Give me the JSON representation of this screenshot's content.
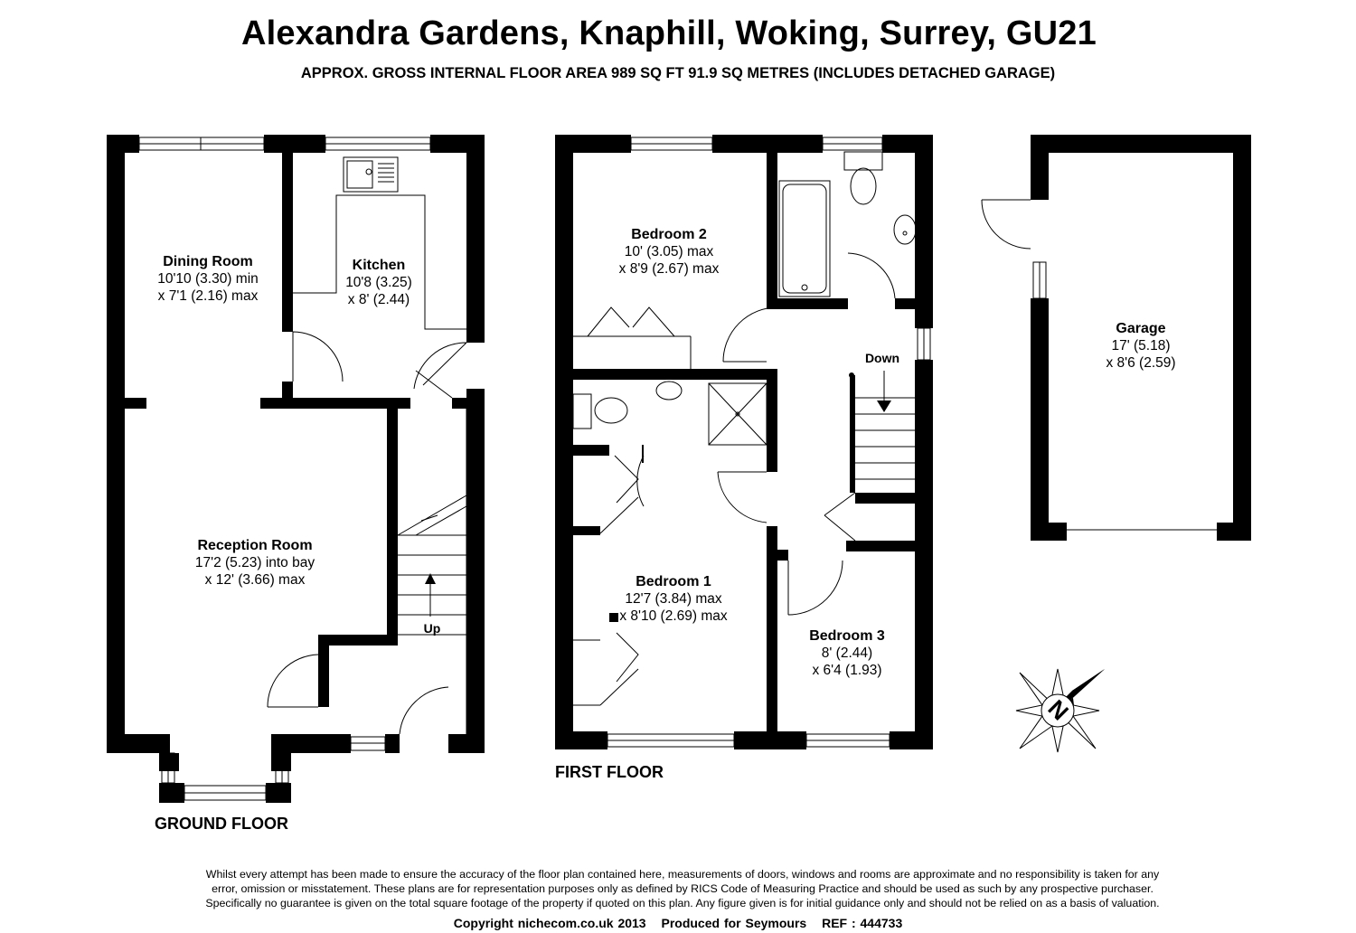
{
  "title": "Alexandra Gardens, Knaphill, Woking, Surrey, GU21",
  "subtitle": "APPROX. GROSS INTERNAL FLOOR AREA 989 SQ FT 91.9 SQ METRES (INCLUDES DETACHED GARAGE)",
  "floors": {
    "ground": "GROUND FLOOR",
    "first": "FIRST FLOOR"
  },
  "rooms": {
    "dining": {
      "name": "Dining Room",
      "dim1": "10'10 (3.30) min",
      "dim2": "x 7'1 (2.16) max"
    },
    "kitchen": {
      "name": "Kitchen",
      "dim1": "10'8 (3.25)",
      "dim2": "x 8' (2.44)"
    },
    "reception": {
      "name": "Reception Room",
      "dim1": "17'2 (5.23) into bay",
      "dim2": "x 12' (3.66) max"
    },
    "bedroom2": {
      "name": "Bedroom 2",
      "dim1": "10' (3.05) max",
      "dim2": "x 8'9 (2.67) max"
    },
    "bedroom1": {
      "name": "Bedroom 1",
      "dim1": "12'7 (3.84) max",
      "dim2": "x 8'10 (2.69) max"
    },
    "bedroom3": {
      "name": "Bedroom 3",
      "dim1": "8' (2.44)",
      "dim2": "x 6'4 (1.93)"
    },
    "garage": {
      "name": "Garage",
      "dim1": "17' (5.18)",
      "dim2": "x 8'6 (2.59)"
    }
  },
  "stairs": {
    "up": "Up",
    "down": "Down"
  },
  "compass": {
    "letter": "N",
    "icon": "compass-icon"
  },
  "disclaimer": [
    "Whilst every attempt has been made to ensure the accuracy of the floor plan contained here, measurements of doors, windows and rooms are approximate and no responsibility is taken for any",
    "error, omission or misstatement. These plans are for representation purposes only as defined by RICS Code of Measuring Practice and should be used as such by any prospective purchaser.",
    "Specifically no guarantee is given on the total square footage of the property if quoted on this plan. Any figure given is for initial guidance only and should not be relied on as a basis of valuation."
  ],
  "footer": {
    "copyright": "Copyright nichecom.co.uk 2013",
    "produced": "Produced for Seymours",
    "ref": "REF :  444733"
  }
}
